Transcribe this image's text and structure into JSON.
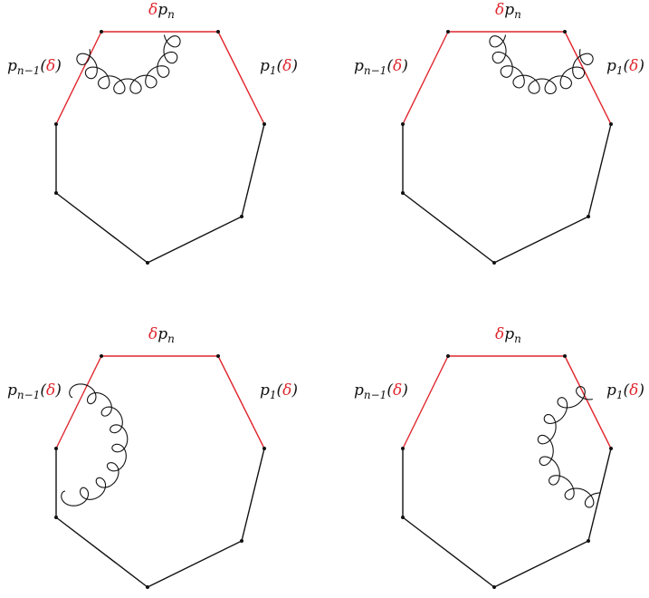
{
  "colors": {
    "highlight": "#e0262e",
    "line": "#111111",
    "vertex": "#111111",
    "gluon": "#111111"
  },
  "labels": {
    "top": {
      "greek": "δ",
      "p": "p",
      "sub": "n"
    },
    "left": {
      "p": "p",
      "sub": "n−1",
      "open": "(",
      "greek": "δ",
      "close": ")"
    },
    "right": {
      "p": "p",
      "sub": "1",
      "open": "(",
      "greek": "δ",
      "close": ")"
    }
  },
  "panels": [
    {
      "id": "top-left",
      "gluon": "from left red edge to top red edge"
    },
    {
      "id": "top-right",
      "gluon": "from top red edge to right red edge"
    },
    {
      "id": "bottom-left",
      "gluon": "from left red edge to lower-left black edge"
    },
    {
      "id": "bottom-right",
      "gluon": "from right red edge to lower-right black edge"
    }
  ]
}
